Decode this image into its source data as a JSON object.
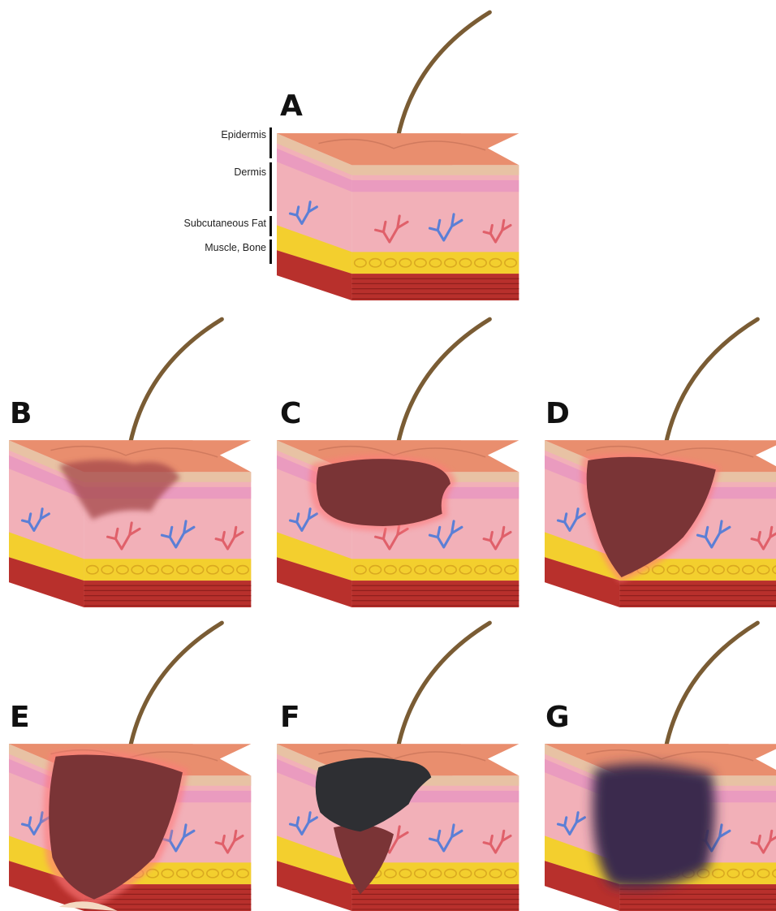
{
  "panels": [
    {
      "letter": "A",
      "stage": "healthy"
    },
    {
      "letter": "B",
      "stage": "discoloration"
    },
    {
      "letter": "C",
      "stage": "partial-thickness"
    },
    {
      "letter": "D",
      "stage": "full-thickness"
    },
    {
      "letter": "E",
      "stage": "deep-to-bone"
    },
    {
      "letter": "F",
      "stage": "eschar"
    },
    {
      "letter": "G",
      "stage": "deep-tissue-injury"
    }
  ],
  "layer_labels": {
    "epidermis": "Epidermis",
    "dermis": "Dermis",
    "fat": "Subcutaneous Fat",
    "muscle": "Muscle, Bone"
  },
  "colors": {
    "top_surface": "#e98e6e",
    "epidermis_band": "#e8c2a4",
    "dermis_pink": "#f2b0b8",
    "dermis_stripe": "#e38bc4",
    "fat_yellow": "#f3cf2e",
    "muscle_red": "#b8302c",
    "hair": "#7a5c34",
    "wound_red": "#7a3436",
    "eschar": "#2e2f33",
    "dti_purple": "#3b2a4e"
  }
}
